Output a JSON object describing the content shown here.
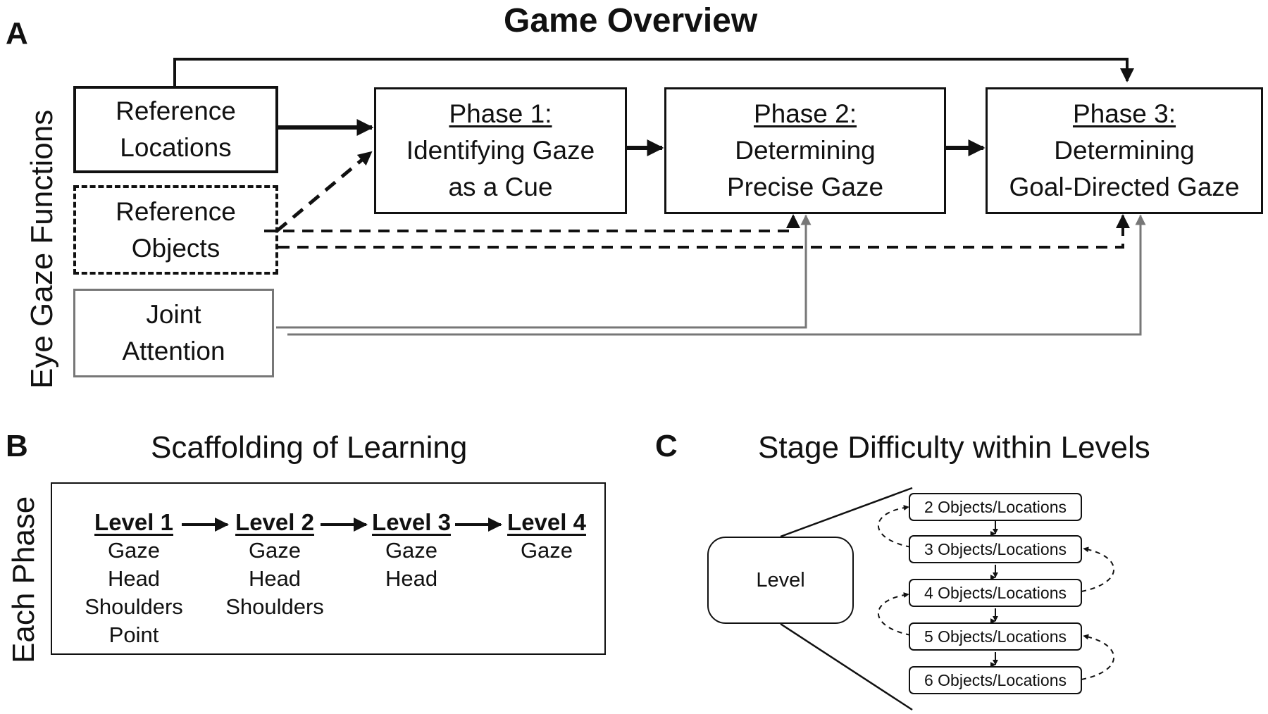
{
  "panel_a": {
    "letter": "A",
    "title": "Game Overview",
    "side_label": "Eye Gaze Functions",
    "functions": {
      "reference_locations": [
        "Reference",
        "Locations"
      ],
      "reference_objects": [
        "Reference",
        "Objects"
      ],
      "joint_attention": [
        "Joint",
        "Attention"
      ]
    },
    "phases": [
      {
        "title": "Phase 1:",
        "lines": [
          "Identifying Gaze",
          "as a Cue"
        ]
      },
      {
        "title": "Phase 2:",
        "lines": [
          "Determining",
          "Precise Gaze"
        ]
      },
      {
        "title": "Phase 3:",
        "lines": [
          "Determining",
          "Goal-Directed Gaze"
        ]
      }
    ]
  },
  "panel_b": {
    "letter": "B",
    "title": "Scaffolding of Learning",
    "side_label": "Each Phase",
    "levels": [
      {
        "title": "Level 1",
        "items": [
          "Gaze",
          "Head",
          "Shoulders",
          "Point"
        ]
      },
      {
        "title": "Level 2",
        "items": [
          "Gaze",
          "Head",
          "Shoulders"
        ]
      },
      {
        "title": "Level 3",
        "items": [
          "Gaze",
          "Head"
        ]
      },
      {
        "title": "Level 4",
        "items": [
          "Gaze"
        ]
      }
    ]
  },
  "panel_c": {
    "letter": "C",
    "title": "Stage Difficulty within Levels",
    "level_label": "Level",
    "stages": [
      "2 Objects/Locations",
      "3 Objects/Locations",
      "4 Objects/Locations",
      "5 Objects/Locations",
      "6 Objects/Locations"
    ]
  }
}
